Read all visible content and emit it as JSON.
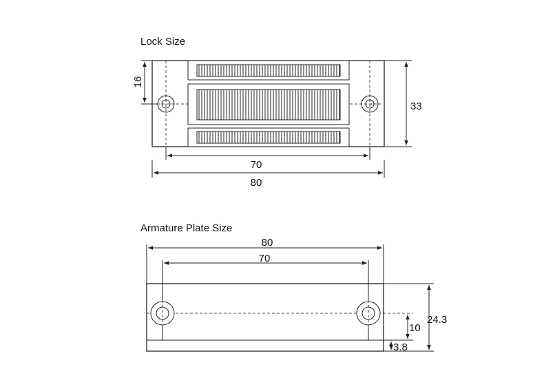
{
  "lock": {
    "title": "Lock Size",
    "dim_height_slot": "16",
    "dim_height_total": "33",
    "dim_hole_spacing": "70",
    "dim_length": "80"
  },
  "armature": {
    "title": "Armature Plate Size",
    "dim_length": "80",
    "dim_hole_spacing": "70",
    "dim_height_total": "24.3",
    "dim_hole_height": "10",
    "dim_base": "3.8"
  }
}
